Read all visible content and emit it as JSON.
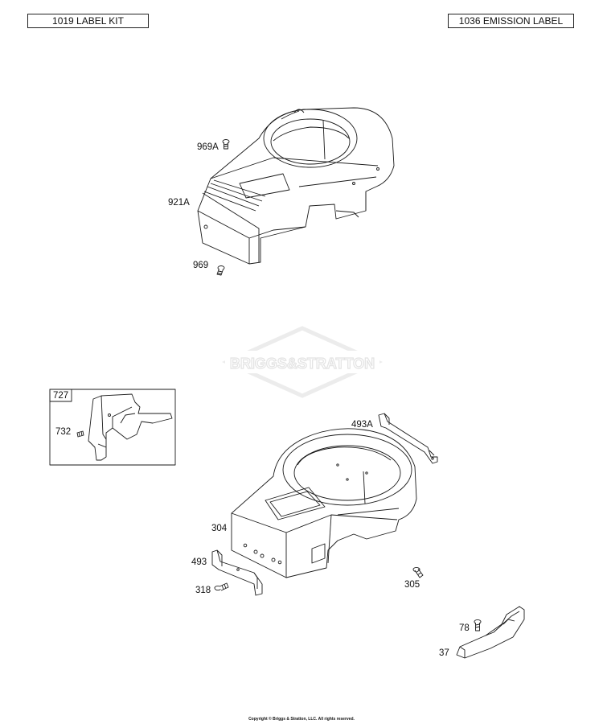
{
  "header": {
    "label_kit": "1019 LABEL KIT",
    "emission_label": "1036 EMISSION LABEL"
  },
  "watermark": {
    "text": "BRIGGS&STRATTON"
  },
  "inset": {
    "callout": "727"
  },
  "parts": {
    "p969A": "969A",
    "p921A": "921A",
    "p969": "969",
    "p493A": "493A",
    "p732": "732",
    "p304": "304",
    "p493": "493",
    "p318": "318",
    "p305": "305",
    "p78": "78",
    "p37": "37"
  },
  "footer": {
    "copyright": "Copyright © Briggs & Stratton, LLC. All rights reserved."
  }
}
